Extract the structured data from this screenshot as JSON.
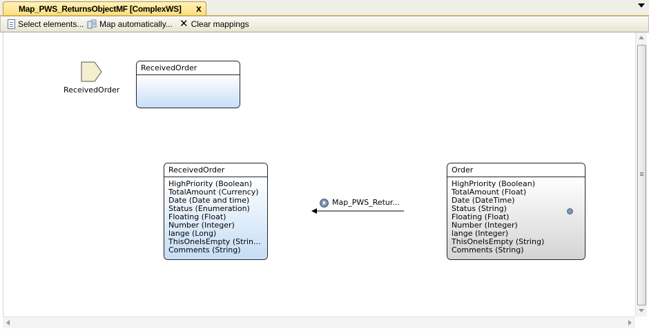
{
  "tab": {
    "title": "Map_PWS_ReturnsObjectMF [ComplexWS]",
    "close_label": "x"
  },
  "toolbar": {
    "select_label": "Select elements...",
    "map_label": "Map automatically...",
    "clear_label": "Clear mappings"
  },
  "canvas": {
    "parameter": {
      "label": "ReceivedOrder"
    },
    "parameter_entity": {
      "title": "ReceivedOrder"
    },
    "target_entity": {
      "title": "ReceivedOrder",
      "attributes": [
        "HighPriority (Boolean)",
        "TotalAmount (Currency)",
        "Date (Date and time)",
        "Status (Enumeration)",
        "Floating (Float)",
        "Number (Integer)",
        "lange (Long)",
        "ThisOneIsEmpty (Strin...",
        "Comments (String)"
      ]
    },
    "mapping": {
      "label": "Map_PWS_Retur..."
    },
    "source_entity": {
      "title": "Order",
      "attributes": [
        "HighPriority (Boolean)",
        "TotalAmount (Float)",
        "Date (DateTime)",
        "Status (String)",
        "Floating (Float)",
        "Number (Integer)",
        "lange (Integer)",
        "ThisOneIsEmpty (String)",
        "Comments (String)"
      ]
    }
  }
}
